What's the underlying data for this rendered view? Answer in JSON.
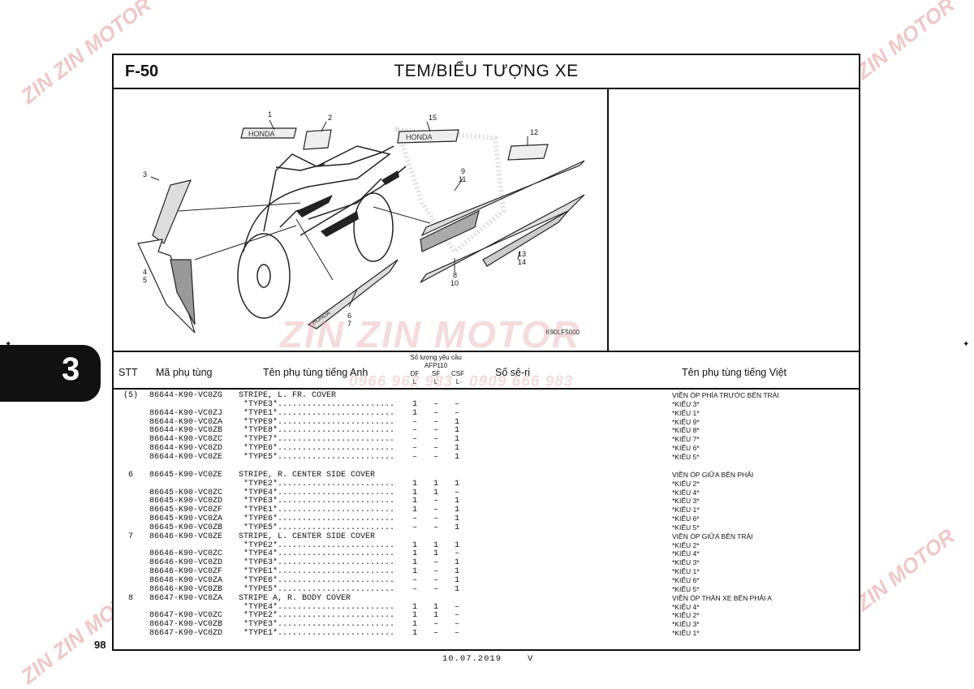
{
  "header": {
    "figure_code": "F-50",
    "title": "TEM/BIỂU TƯỢNG XE"
  },
  "diagram": {
    "ref_code": "K90LF5000",
    "callouts": [
      "1",
      "2",
      "3",
      "4",
      "5",
      "15",
      "12",
      "9",
      "11",
      "13",
      "14",
      "8",
      "10",
      "6",
      "7"
    ]
  },
  "table": {
    "headers": {
      "stt": "STT",
      "part_no": "Mã phụ tùng",
      "name_en": "Tên phụ tùng tiếng Anh",
      "qty_req": "Số lượng yêu cầu",
      "model": "AFP110",
      "df": "DF",
      "sf": "SF",
      "csf": "CSF",
      "unit": "L",
      "serial": "Số sê-ri",
      "name_vn": "Tên phụ tùng tiếng Việt"
    },
    "rows": [
      {
        "stt": "(5)",
        "part": "86644-K90-VC0ZG",
        "en": "STRIPE, L. FR. COVER",
        "df": "",
        "sf": "",
        "csf": "",
        "vn": "VIỀN ÓP PHÍA TRƯỚC BÊN TRÁI"
      },
      {
        "stt": "",
        "part": "",
        "en": " *TYPE3*........................",
        "df": "1",
        "sf": "–",
        "csf": "–",
        "vn": "*KIỂU 3*"
      },
      {
        "stt": "",
        "part": "86644-K90-VC0ZJ",
        "en": " *TYPE1*........................",
        "df": "1",
        "sf": "–",
        "csf": "–",
        "vn": "*KIỂU 1*"
      },
      {
        "stt": "",
        "part": "86644-K90-VC0ZA",
        "en": " *TYPE9*........................",
        "df": "–",
        "sf": "–",
        "csf": "1",
        "vn": "*KIỂU 9*"
      },
      {
        "stt": "",
        "part": "86644-K90-VC0ZB",
        "en": " *TYPE8*........................",
        "df": "–",
        "sf": "–",
        "csf": "1",
        "vn": "*KIỂU 8*"
      },
      {
        "stt": "",
        "part": "86644-K90-VC0ZC",
        "en": " *TYPE7*........................",
        "df": "–",
        "sf": "–",
        "csf": "1",
        "vn": "*KIỂU 7*"
      },
      {
        "stt": "",
        "part": "86644-K90-VC0ZD",
        "en": " *TYPE6*........................",
        "df": "–",
        "sf": "–",
        "csf": "1",
        "vn": "*KIỂU 6*"
      },
      {
        "stt": "",
        "part": "86644-K90-VC0ZE",
        "en": " *TYPE5*........................",
        "df": "–",
        "sf": "–",
        "csf": "1",
        "vn": "*KIỂU 5*"
      },
      {
        "stt": "6",
        "part": "86645-K90-VC0ZE",
        "en": "STRIPE, R. CENTER SIDE COVER",
        "df": "",
        "sf": "",
        "csf": "",
        "vn": "VIỀN ÓP GIỮA BÊN PHẢI"
      },
      {
        "stt": "",
        "part": "",
        "en": " *TYPE2*........................",
        "df": "1",
        "sf": "1",
        "csf": "1",
        "vn": "*KIỂU 2*"
      },
      {
        "stt": "",
        "part": "86645-K90-VC0ZC",
        "en": " *TYPE4*........................",
        "df": "1",
        "sf": "1",
        "csf": "–",
        "vn": "*KIỂU 4*"
      },
      {
        "stt": "",
        "part": "86645-K90-VC0ZD",
        "en": " *TYPE3*........................",
        "df": "1",
        "sf": "–",
        "csf": "1",
        "vn": "*KIỂU 3*"
      },
      {
        "stt": "",
        "part": "86645-K90-VC0ZF",
        "en": " *TYPE1*........................",
        "df": "1",
        "sf": "–",
        "csf": "1",
        "vn": "*KIỂU 1*"
      },
      {
        "stt": "",
        "part": "86645-K90-VC0ZA",
        "en": " *TYPE6*........................",
        "df": "–",
        "sf": "–",
        "csf": "1",
        "vn": "*KIỂU 6*"
      },
      {
        "stt": "",
        "part": "86645-K90-VC0ZB",
        "en": " *TYPE5*........................",
        "df": "–",
        "sf": "–",
        "csf": "1",
        "vn": "*KIỂU 5*"
      },
      {
        "stt": "7",
        "part": "86646-K90-VC0ZE",
        "en": "STRIPE, L. CENTER SIDE COVER",
        "df": "",
        "sf": "",
        "csf": "",
        "vn": "VIỀN ÓP GIỮA BÊN TRÁI"
      },
      {
        "stt": "",
        "part": "",
        "en": " *TYPE2*........................",
        "df": "1",
        "sf": "1",
        "csf": "1",
        "vn": "*KIỂU 2*"
      },
      {
        "stt": "",
        "part": "86646-K90-VC0ZC",
        "en": " *TYPE4*........................",
        "df": "1",
        "sf": "1",
        "csf": "–",
        "vn": "*KIỂU 4*"
      },
      {
        "stt": "",
        "part": "86646-K90-VC0ZD",
        "en": " *TYPE3*........................",
        "df": "1",
        "sf": "–",
        "csf": "1",
        "vn": "*KIỂU 3*"
      },
      {
        "stt": "",
        "part": "86646-K90-VC0ZF",
        "en": " *TYPE1*........................",
        "df": "1",
        "sf": "–",
        "csf": "1",
        "vn": "*KIỂU 1*"
      },
      {
        "stt": "",
        "part": "86646-K90-VC0ZA",
        "en": " *TYPE6*........................",
        "df": "–",
        "sf": "–",
        "csf": "1",
        "vn": "*KIỂU 6*"
      },
      {
        "stt": "",
        "part": "86646-K90-VC0ZB",
        "en": " *TYPE5*........................",
        "df": "–",
        "sf": "–",
        "csf": "1",
        "vn": "*KIỂU 5*"
      },
      {
        "stt": "8",
        "part": "86647-K90-VC0ZA",
        "en": "STRIPE A, R. BODY COVER",
        "df": "",
        "sf": "",
        "csf": "",
        "vn": "VIỀN ÓP THÂN XE BÊN PHẢI A"
      },
      {
        "stt": "",
        "part": "",
        "en": " *TYPE4*........................",
        "df": "1",
        "sf": "1",
        "csf": "–",
        "vn": "*KIỂU 4*"
      },
      {
        "stt": "",
        "part": "86647-K90-VC0ZC",
        "en": " *TYPE2*........................",
        "df": "1",
        "sf": "1",
        "csf": "–",
        "vn": "*KIỂU 2*"
      },
      {
        "stt": "",
        "part": "86647-K90-VC0ZB",
        "en": " *TYPE3*........................",
        "df": "1",
        "sf": "–",
        "csf": "–",
        "vn": "*KIỂU 3*"
      },
      {
        "stt": "",
        "part": "86647-K90-VC0ZD",
        "en": " *TYPE1*........................",
        "df": "1",
        "sf": "–",
        "csf": "–",
        "vn": "*KIỂU 1*"
      }
    ]
  },
  "side_tab": {
    "section": "3"
  },
  "footer": {
    "page_number": "98",
    "date": "10.07.2019",
    "version": "V"
  },
  "watermark": {
    "brand": "ZIN ZIN MOTOR",
    "phone": "0966 962 983 - 0909 666 983"
  },
  "colors": {
    "ink": "#111111",
    "watermark": "#e59a9a"
  }
}
